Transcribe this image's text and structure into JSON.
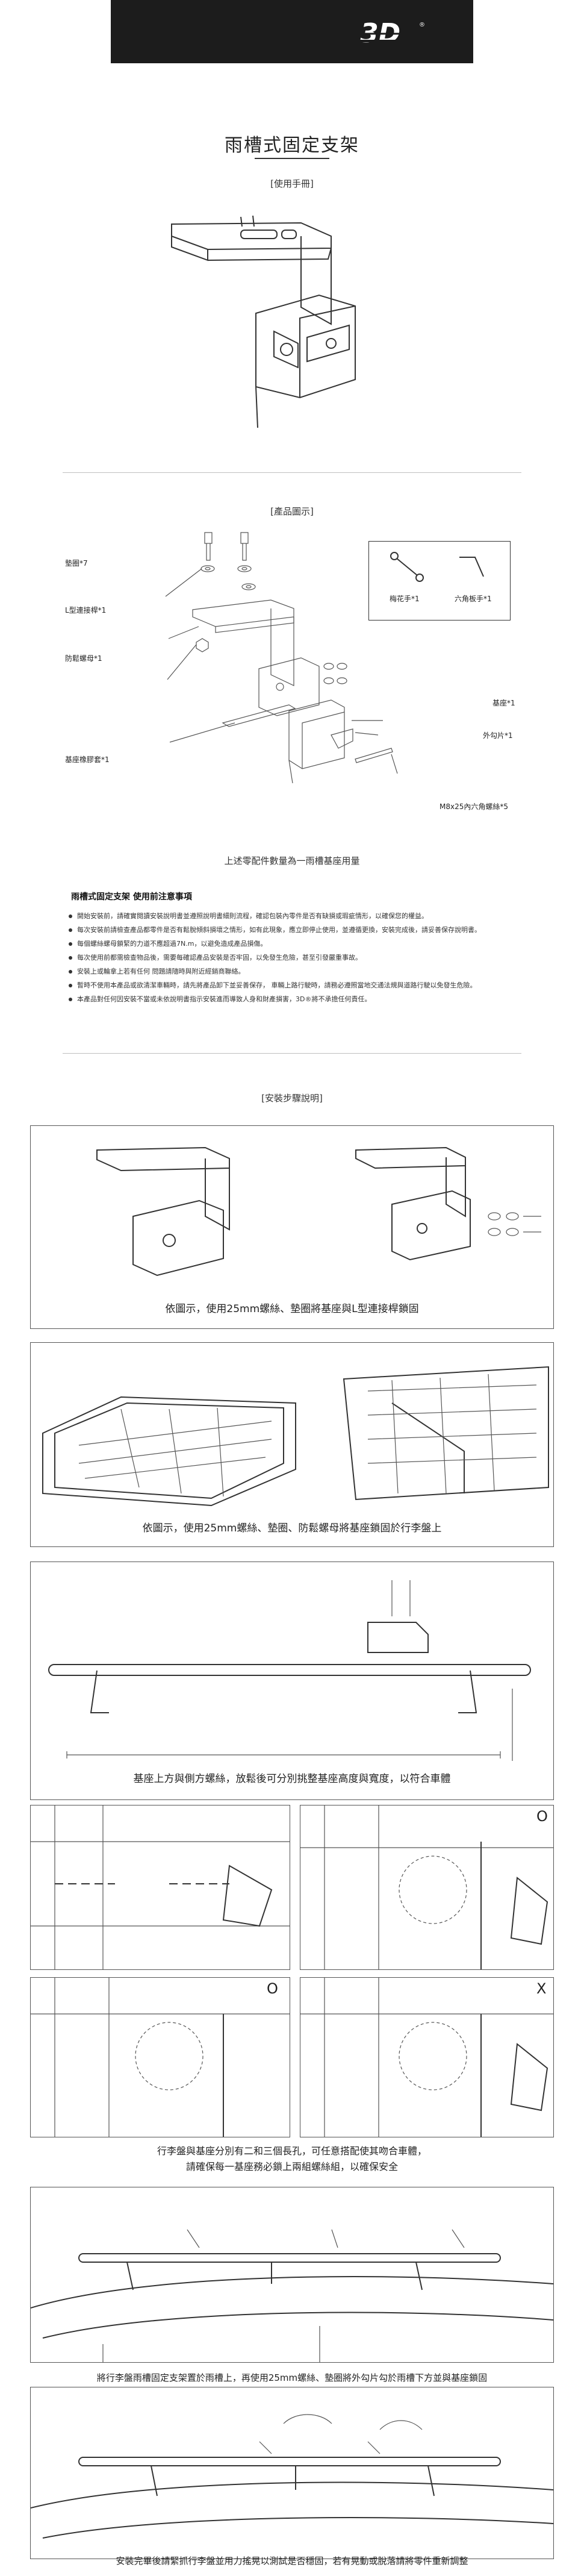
{
  "brand": {
    "logo_text": "3D",
    "registered_mark": "®"
  },
  "title": "雨槽式固定支架",
  "manual_label": "[使用手冊]",
  "parts": {
    "section_label": "[產品圖示]",
    "labels": {
      "washer": "墊圈*7",
      "l_bracket": "L型連接桿*1",
      "lock_nut": "防鬆螺母*1",
      "base_pad": "基座橡膠套*1",
      "wrench": "梅花手*1",
      "hex_key": "六角板手*1",
      "base": "基座*1",
      "hook": "外勾片*1",
      "bolt": "M8x25內六角螺絲*5"
    },
    "note": "上述零配件數量為一雨槽基座用量"
  },
  "notes": {
    "title": "雨槽式固定支架 使用前注意事項",
    "items": [
      "開始安裝前，請確實閱讀安裝說明書並遵照說明書細則流程，確認包裝內零件是否有缺損或瑕疵情形，以確保您的權益。",
      "每次安裝前請檢查產品都零件是否有鬆脫傾斜損壞之情形，如有此現象，應立即停止使用，並遵循更換，安裝完成後，請妥善保存說明書。",
      "每個螺絲螺母鎖緊的力道不應超過7N.m，以避免造成產品損傷。",
      "每次使用前都需檢查物品後，需要每確認產品安裝是否牢固，以免發生危險，甚至引發嚴重事故。",
      "安裝上或輪拿上若有任何 問題請隨時與附近經銷商聯絡。",
      "暫時不使用本產品或欲清潔車輛時，請先將產品卸下並妥善保存， 車輛上路行駛時，請務必遵照當地交通法規與道路行駛以免發生危險。",
      "本產品對任何因安裝不當或未依說明書指示安裝進而導致人身和財產損害，3D®將不承擔任何責任。"
    ]
  },
  "steps": {
    "section_label": "[安裝步驟說明]",
    "captions": [
      "依圖示，使用25mm螺絲、墊圈將基座與L型連接桿鎖固",
      "依圖示，使用25mm螺絲、墊圈、防鬆螺母將基座鎖固於行李盤上",
      "基座上方與側方螺絲，放鬆後可分別挑整基座高度與寬度，以符合車體",
      "行李盤與基座分別有二和三個長孔，可任意搭配使其吻合車體，",
      "請確保每一基座務必鎖上兩組螺絲組，以確保安全",
      "將行李盤雨槽固定支架置於雨槽上，再使用25mm螺絲、墊圈將外勾片勾於雨槽下方並與基座鎖固",
      "安裝完畢後請緊抓行李盤並用力搖晃以測試是否穩固，若有晃動或脫落請將零件重新調整"
    ],
    "marks": {
      "ok": "O",
      "ng": "X"
    }
  },
  "colors": {
    "header_bg": "#1c1c1c",
    "line": "#333333",
    "frame": "#555555"
  }
}
